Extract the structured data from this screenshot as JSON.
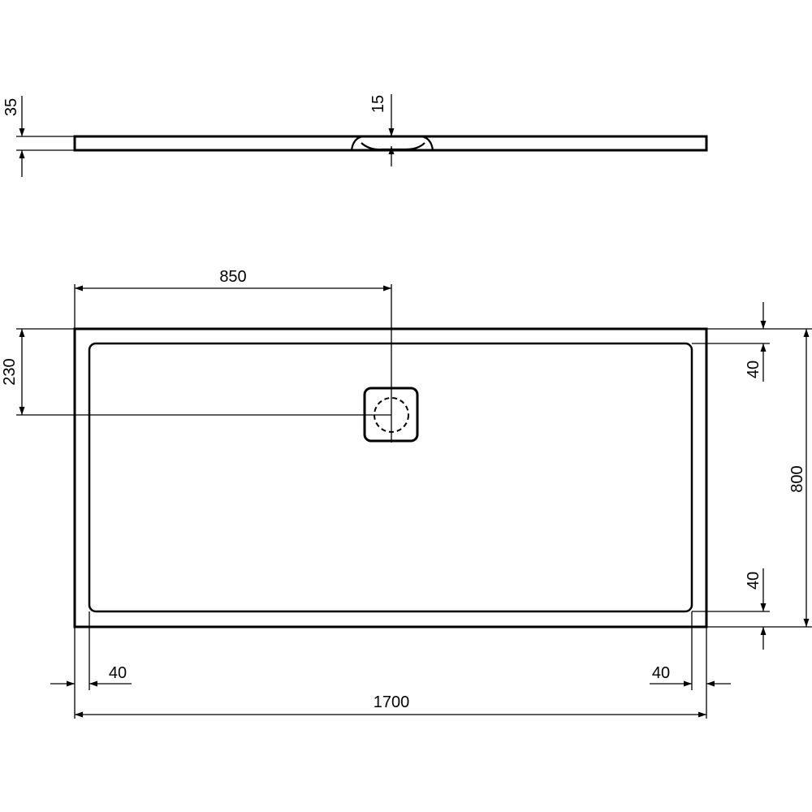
{
  "side_view": {
    "height_dim": "35",
    "drain_depth_dim": "15"
  },
  "plan_view": {
    "drain_offset_x_dim": "850",
    "drain_offset_y_dim": "230",
    "width_dim": "800",
    "rim_top_dim": "40",
    "rim_bottom_dim": "40",
    "rim_left_dim": "40",
    "rim_right_dim": "40",
    "length_dim": "1700"
  },
  "colors": {
    "line": "#000000",
    "background": "#ffffff"
  }
}
